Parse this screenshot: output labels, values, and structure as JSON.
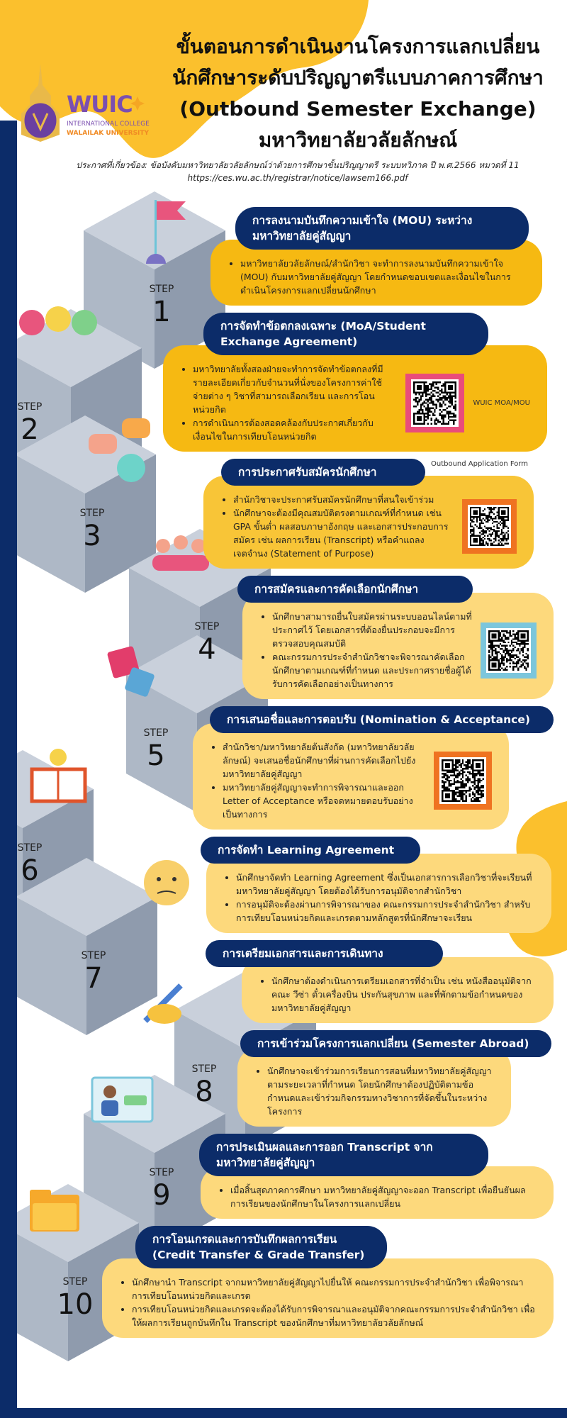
{
  "header": {
    "title_lines": [
      "ขั้นตอนการดำเนินงานโครงการแลกเปลี่ยน",
      "นักศึกษาระดับปริญญาตรีแบบภาคการศึกษา",
      "(Outbound Semester Exchange)",
      "มหาวิทยาลัยวลัยลักษณ์"
    ],
    "announcement": "ประกาศที่เกี่ยวข้อง: ข้อบังคับมหาวิทยาลัยวลัยลักษณ์ว่าด้วยการศึกษาขั้นปริญญาตรี ระบบทวิภาค ปี พ.ศ.2566 หมวดที่ 11",
    "url": "https://ces.wu.ac.th/registrar/notice/lawsem166.pdf"
  },
  "logo": {
    "name": "WUIC",
    "line1": "INTERNATIONAL COLLEGE",
    "line2": "WALAILAK UNIVERSITY"
  },
  "step_label": "STEP",
  "colors": {
    "navy": "#0c2c69",
    "yellow": "#f6b912",
    "pale_yellow": "#fdd97c",
    "qr_pink": "#e94c7b",
    "qr_orange": "#ef7321",
    "qr_blue": "#7cc6dc"
  },
  "steps": [
    {
      "num": "1",
      "title": "การลงนามบันทึกความเข้าใจ (MOU) ระหว่าง มหาวิทยาลัยคู่สัญญา",
      "bullets": [
        "มหาวิทยาลัยวลัยลักษณ์/สำนักวิชา จะทำการลงนามบันทึกความเข้าใจ (MOU) กับมหาวิทยาลัยคู่สัญญา โดยกำหนดขอบเขตและเงื่อนไขในการดำเนินโครงการแลกเปลี่ยนนักศึกษา"
      ]
    },
    {
      "num": "2",
      "title": "การจัดทำข้อตกลงเฉพาะ (MoA/Student Exchange Agreement)",
      "bullets": [
        "มหาวิทยาลัยทั้งสองฝ่ายจะทำการจัดทำข้อตกลงที่มีรายละเอียดเกี่ยวกับจำนวนที่นั่งของโครงการค่าใช้จ่ายต่าง ๆ วิชาที่สามารถเลือกเรียน และการโอนหน่วยกิต",
        "การดำเนินการต้องสอดคล้องกับประกาศเกี่ยวกับเงื่อนไขในการเทียบโอนหน่วยกิต"
      ],
      "qr_label": "WUIC MOA/MOU"
    },
    {
      "num": "3",
      "title": "การประกาศรับสมัครนักศึกษา",
      "bullets": [
        "สำนักวิชาจะประกาศรับสมัครนักศึกษาที่สนใจเข้าร่วม",
        "นักศึกษาจะต้องมีคุณสมบัติตรงตามเกณฑ์ที่กำหนด เช่น GPA ขั้นต่ำ ผลสอบภาษาอังกฤษ และเอกสารประกอบการสมัคร เช่น ผลการเรียน (Transcript) หรือคำแถลงเจตจำนง (Statement of Purpose)"
      ],
      "qr_label": "Outbound Application Form"
    },
    {
      "num": "4",
      "title": "การสมัครและการคัดเลือกนักศึกษา",
      "bullets": [
        "นักศึกษาสามารถยื่นใบสมัครผ่านระบบออนไลน์ตามที่ประกาศไว้ โดยเอกสารที่ต้องยื่นประกอบจะมีการตรวจสอบคุณสมบัติ",
        "คณะกรรมการประจำสำนักวิชาจะพิจารณาคัดเลือกนักศึกษาตามเกณฑ์ที่กำหนด และประกาศรายชื่อผู้ได้รับการคัดเลือกอย่างเป็นทางการ"
      ]
    },
    {
      "num": "5",
      "title": "การเสนอชื่อและการตอบรับ (Nomination & Acceptance)",
      "bullets": [
        "สำนักวิชา/มหาวิทยาลัยต้นสังกัด (มหาวิทยาลัยวลัยลักษณ์) จะเสนอชื่อนักศึกษาที่ผ่านการคัดเลือกไปยังมหาวิทยาลัยคู่สัญญา",
        "มหาวิทยาลัยคู่สัญญาจะทำการพิจารณาและออก Letter of Acceptance หรือจดหมายตอบรับอย่างเป็นทางการ"
      ]
    },
    {
      "num": "6",
      "title": "การจัดทำ Learning Agreement",
      "bullets": [
        "นักศึกษาจัดทำ Learning Agreement ซึ่งเป็นเอกสารการเลือกวิชาที่จะเรียนที่มหาวิทยาลัยคู่สัญญา โดยต้องได้รับการอนุมัติจากสำนักวิชา",
        "การอนุมัติจะต้องผ่านการพิจารณาของ คณะกรรมการประจำสำนักวิชา สำหรับการเทียบโอนหน่วยกิตและเกรดตามหลักสูตรที่นักศึกษาจะเรียน"
      ]
    },
    {
      "num": "7",
      "title": "การเตรียมเอกสารและการเดินทาง",
      "bullets": [
        "นักศึกษาต้องดำเนินการเตรียมเอกสารที่จำเป็น เช่น หนังสืออนุมัติจากคณะ วีซ่า ตั๋วเครื่องบิน ประกันสุขภาพ และที่พักตามข้อกำหนดของมหาวิทยาลัยคู่สัญญา"
      ]
    },
    {
      "num": "8",
      "title": "การเข้าร่วมโครงการแลกเปลี่ยน (Semester Abroad)",
      "bullets": [
        "นักศึกษาจะเข้าร่วมการเรียนการสอนที่มหาวิทยาลัยคู่สัญญาตามระยะเวลาที่กำหนด โดยนักศึกษาต้องปฏิบัติตามข้อกำหนดและเข้าร่วมกิจกรรมทางวิชาการที่จัดขึ้นในระหว่างโครงการ"
      ]
    },
    {
      "num": "9",
      "title": "การประเมินผลและการออก Transcript จาก มหาวิทยาลัยคู่สัญญา",
      "bullets": [
        "เมื่อสิ้นสุดภาคการศึกษา มหาวิทยาลัยคู่สัญญาจะออก Transcript เพื่อยืนยันผลการเรียนของนักศึกษาในโครงการแลกเปลี่ยน"
      ]
    },
    {
      "num": "10",
      "title": "การโอนเกรดและการบันทึกผลการเรียน (Credit Transfer & Grade Transfer)",
      "bullets": [
        "นักศึกษานำ Transcript จากมหาวิทยาลัยคู่สัญญาไปยื่นให้ คณะกรรมการประจำสำนักวิชา เพื่อพิจารณาการเทียบโอนหน่วยกิตและเกรด",
        "การเทียบโอนหน่วยกิตและเกรดจะต้องได้รับการพิจารณาและอนุมัติจากคณะกรรมการประจำสำนักวิชา เพื่อให้ผลการเรียนถูกบันทึกใน Transcript ของนักศึกษาที่มหาวิทยาลัยวลัยลักษณ์"
      ]
    }
  ]
}
